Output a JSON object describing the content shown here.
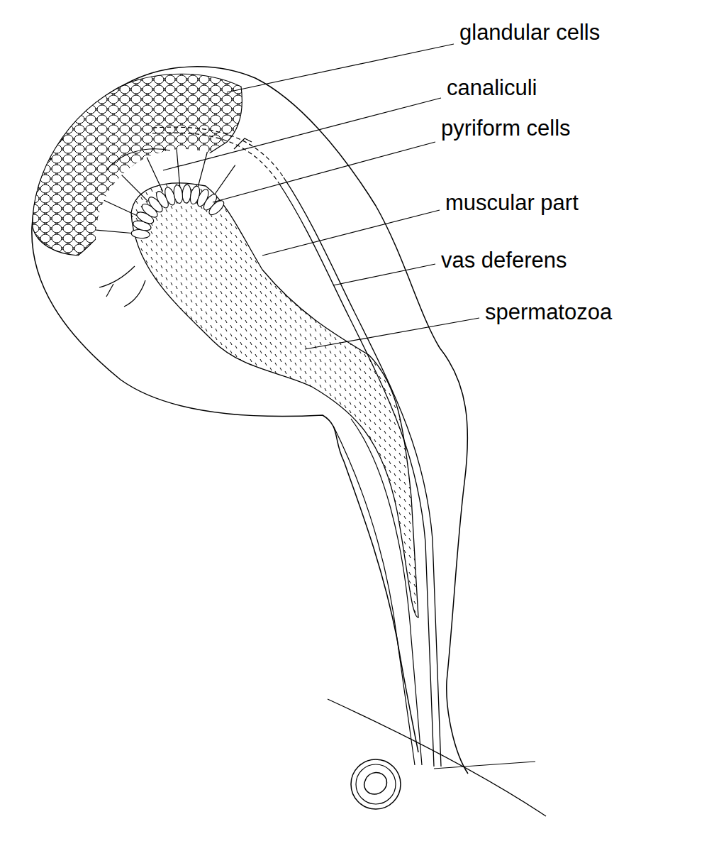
{
  "diagram": {
    "labels": [
      "glandular cells",
      "canaliculi",
      "pyriform cells",
      "muscular part",
      "vas deferens",
      "spermatozoa"
    ]
  }
}
